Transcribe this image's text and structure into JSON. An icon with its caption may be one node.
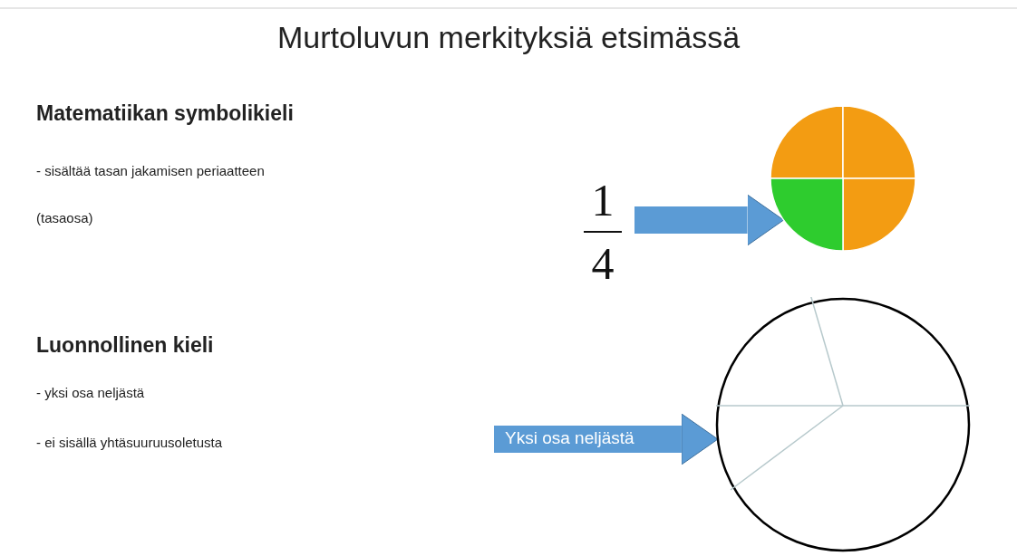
{
  "diagram": {
    "title": "Murtoluvun merkityksiä etsimässä",
    "nodes": [
      {
        "text": [
          "1",
          "4"
        ]
      },
      {
        "text": [],
        "shape": "circle"
      },
      {
        "text": [],
        "shape": "circle"
      }
    ],
    "edges": [
      {
        "from": 0,
        "to": 1,
        "arrow": "to"
      },
      {
        "from": null,
        "to": 2,
        "arrow": "to",
        "label": "Yksi osa neljästä"
      }
    ],
    "labels": [
      "Matematiikan symbolikieli",
      "- sisältää tasan jakamisen periaatteen",
      "(tasaosa)",
      "Luonnollinen kieli",
      "- yksi osa neljästä",
      "- ei sisällä yhtäsuuruusoletusta"
    ]
  }
}
